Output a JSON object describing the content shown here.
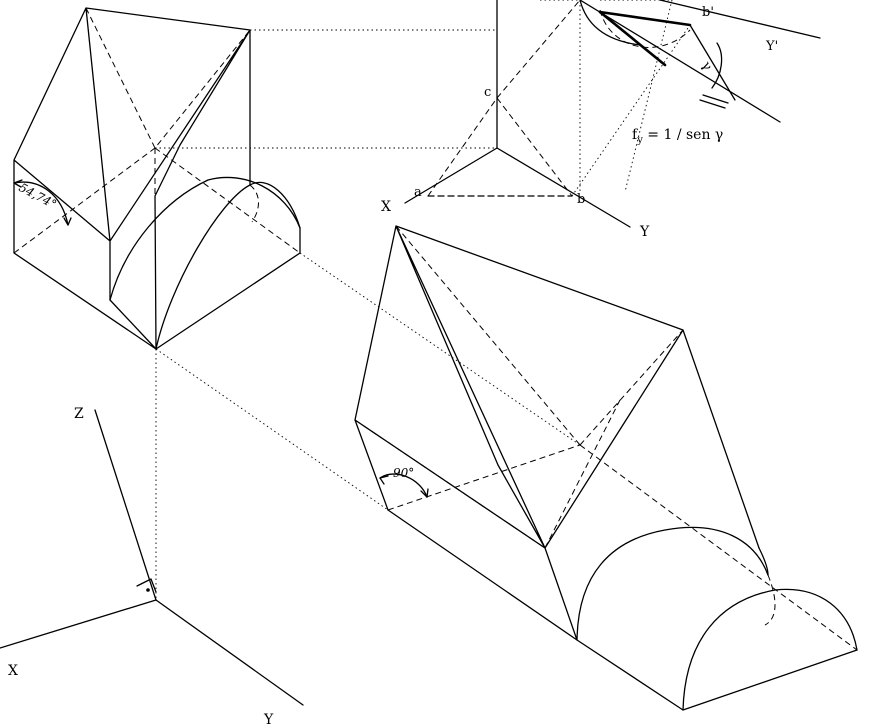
{
  "labels": {
    "axis_z": "Z",
    "axis_x_main": "X",
    "axis_y_main": "Y",
    "axis_x_small": "X",
    "axis_y_small": "Y",
    "axis_y_prime": "Y'",
    "point_a": "a",
    "point_b": "b",
    "point_c": "c",
    "point_b_prime": "b'",
    "gamma": "γ",
    "angle_left": "54,74°",
    "angle_right": "90°",
    "formula_f": "f",
    "formula_sub": "y",
    "formula_rest": " = 1 / sen γ"
  }
}
